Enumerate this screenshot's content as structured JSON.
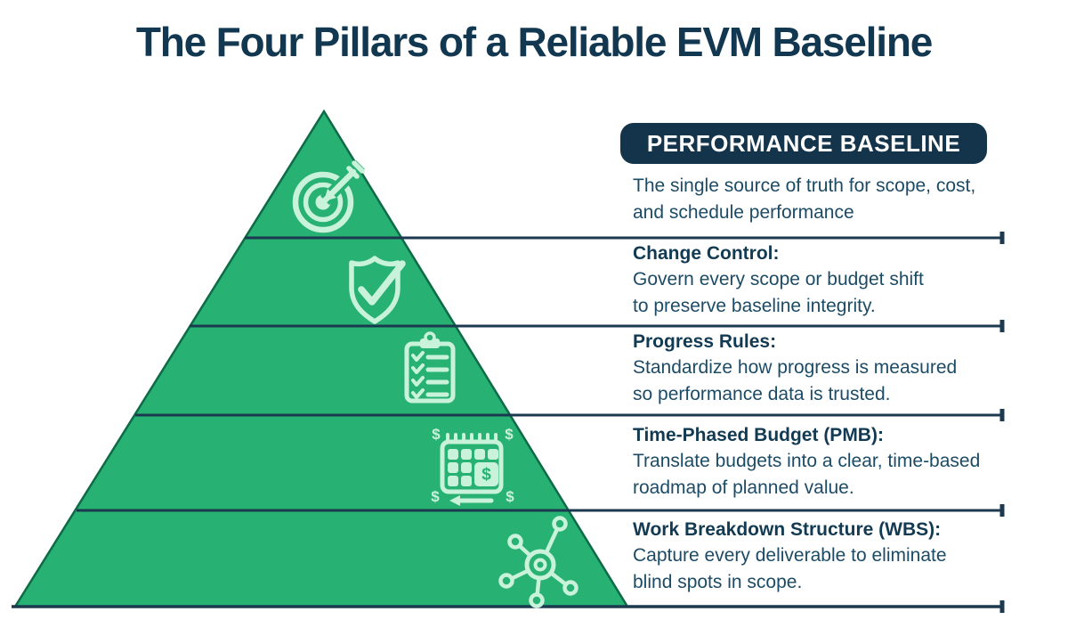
{
  "title": "The Four Pillars of a Reliable EVM Baseline",
  "colors": {
    "pyramid_green": "#27B172",
    "pyramid_edge": "#0E6B47",
    "icon_mint": "#C9F2DB",
    "line_navy": "#1B3A50",
    "heading_navy": "#123A52",
    "body_navy": "#1C4B66",
    "badge_bg": "#14344B",
    "badge_text": "#FFFFFF"
  },
  "apex": {
    "icon": "target-dart-icon",
    "badge": "PERFORMANCE BASELINE",
    "description_lines": [
      "The single source of truth for scope, cost,",
      "and schedule performance"
    ]
  },
  "pillars": [
    {
      "icon": "shield-check-icon",
      "heading": "Change Control:",
      "body_lines": [
        "Govern every scope or budget shift",
        "to preserve baseline integrity."
      ]
    },
    {
      "icon": "checklist-clipboard-icon",
      "heading": "Progress Rules:",
      "body_lines": [
        "Standardize how progress is measured",
        "so performance data is trusted."
      ]
    },
    {
      "icon": "money-calendar-icon",
      "heading": "Time-Phased Budget (PMB):",
      "body_lines": [
        "Translate budgets into a clear, time-based",
        "roadmap of planned value."
      ]
    },
    {
      "icon": "wbs-network-icon",
      "heading": "Work Breakdown Structure (WBS):",
      "body_lines": [
        "Capture every deliverable to eliminate",
        "blind spots in scope."
      ]
    }
  ],
  "glyphs": {
    "dollar": "$"
  }
}
